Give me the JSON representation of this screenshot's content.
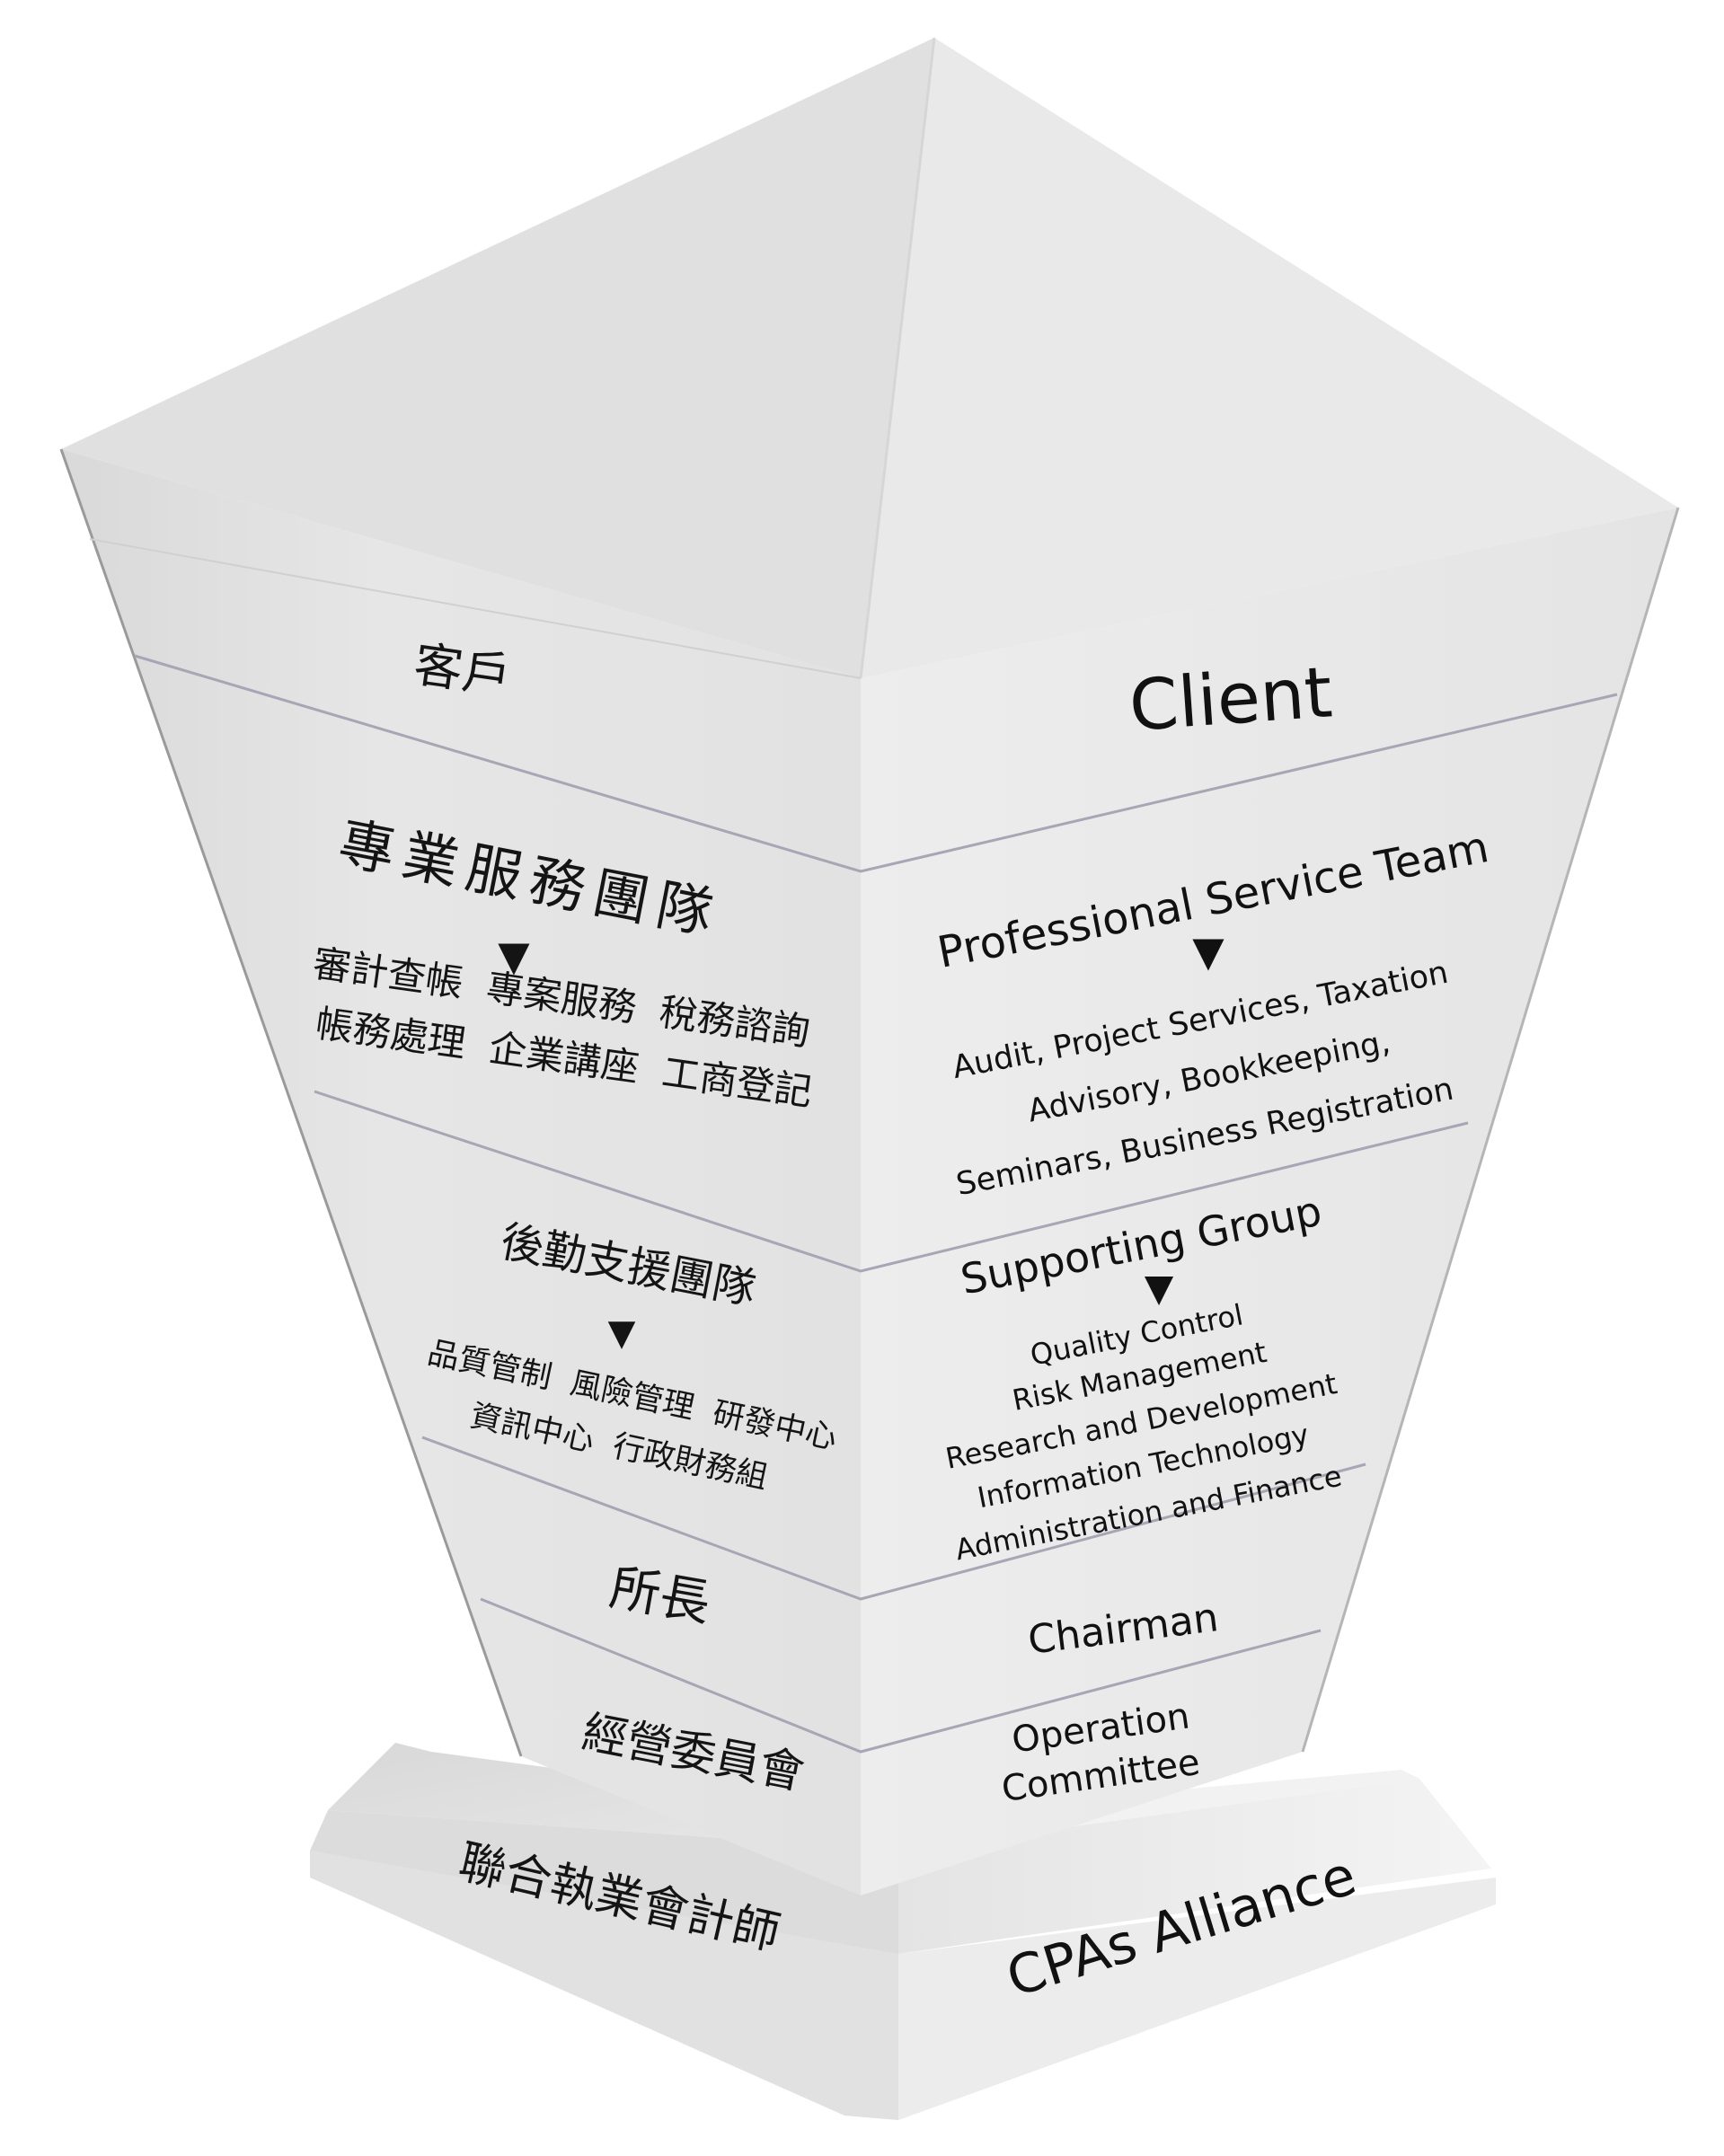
{
  "colors": {
    "top_left": "#e2e2e2",
    "top_right": "#e9e9e9",
    "left_face": "#e5e5e5",
    "right_face": "#ececec",
    "divider": "#a6a6b4",
    "base_top": "#e0e0e0",
    "base_side": "#ededed",
    "text": "#111111"
  },
  "layers": {
    "client": {
      "zh": "客戶",
      "en": "Client"
    },
    "professional": {
      "zh_title": "專業服務團隊",
      "arrow": "▼",
      "zh_items": [
        "審計查帳  專案服務  稅務諮詢",
        "帳務處理  企業講座  工商登記"
      ],
      "en_title": "Professional Service Team",
      "en_items": [
        "Audit, Project Services, Taxation",
        "Advisory, Bookkeeping,",
        "Seminars, Business Registration"
      ]
    },
    "supporting": {
      "zh_title": "後勤支援團隊",
      "arrow": "▼",
      "zh_items": [
        "品質管制  風險管理  研發中心",
        "資訊中心  行政財務組"
      ],
      "en_title": "Supporting Group",
      "en_items": [
        "Quality Control",
        "Risk Management",
        "Research and Development",
        "Information Technology",
        "Administration and Finance"
      ]
    },
    "chairman": {
      "zh": "所長",
      "en": "Chairman"
    },
    "operation": {
      "zh": "經營委員會",
      "en_lines": [
        "Operation",
        "Committee"
      ]
    },
    "alliance": {
      "zh": "聯合執業會計師",
      "en": "CPAs Alliance"
    }
  }
}
